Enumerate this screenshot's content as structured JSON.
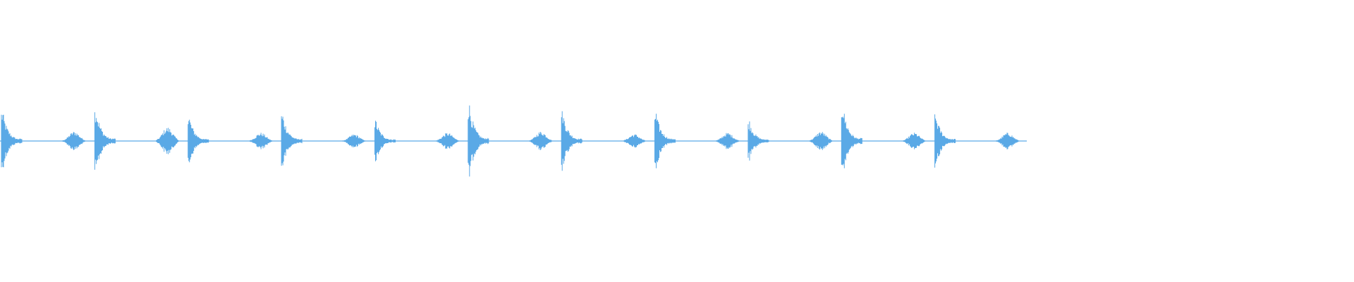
{
  "waveform": {
    "color": "#5aa9e6",
    "baseline_color": "#5aa9e6",
    "background": "#ffffff",
    "played_fraction": 0.7583,
    "beats": [
      {
        "kind": "strong",
        "amplitude": 0.22
      },
      {
        "kind": "soft",
        "amplitude": 0.07
      },
      {
        "kind": "strong",
        "amplitude": 0.24
      },
      {
        "kind": "soft",
        "amplitude": 0.1
      },
      {
        "kind": "strong",
        "amplitude": 0.18
      },
      {
        "kind": "soft",
        "amplitude": 0.06
      },
      {
        "kind": "strong",
        "amplitude": 0.2
      },
      {
        "kind": "soft",
        "amplitude": 0.05
      },
      {
        "kind": "strong",
        "amplitude": 0.15
      },
      {
        "kind": "soft",
        "amplitude": 0.06
      },
      {
        "kind": "strong",
        "amplitude": 0.27
      },
      {
        "kind": "soft",
        "amplitude": 0.07
      },
      {
        "kind": "strong",
        "amplitude": 0.22
      },
      {
        "kind": "soft",
        "amplitude": 0.05
      },
      {
        "kind": "strong",
        "amplitude": 0.21
      },
      {
        "kind": "soft",
        "amplitude": 0.06
      },
      {
        "kind": "strong",
        "amplitude": 0.15
      },
      {
        "kind": "soft",
        "amplitude": 0.07
      },
      {
        "kind": "strong",
        "amplitude": 0.27
      },
      {
        "kind": "soft",
        "amplitude": 0.06
      },
      {
        "kind": "strong",
        "amplitude": 0.19
      },
      {
        "kind": "soft",
        "amplitude": 0.06
      }
    ]
  }
}
